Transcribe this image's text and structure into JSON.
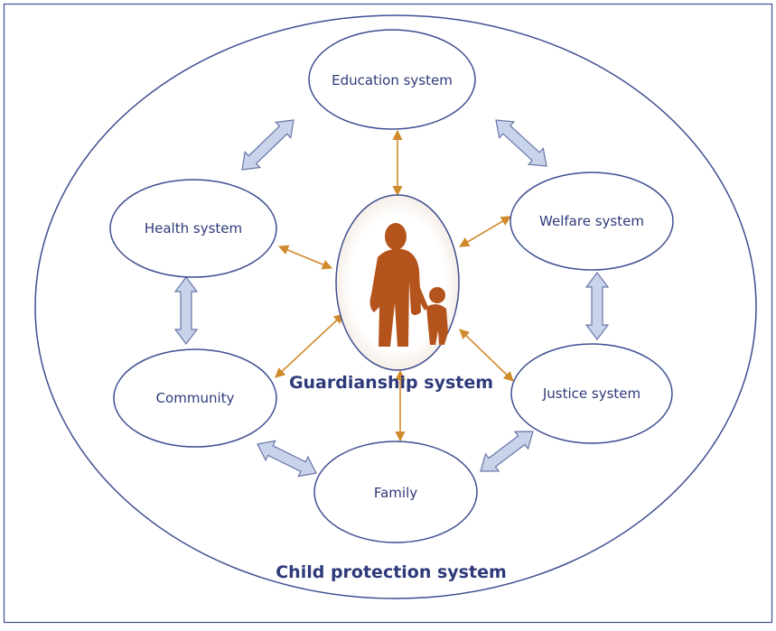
{
  "diagram": {
    "outer_label": "Child protection system",
    "center_label": "Guardianship system",
    "nodes": {
      "education": "Education system",
      "health": "Health system",
      "welfare": "Welfare system",
      "community": "Community",
      "justice": "Justice system",
      "family": "Family"
    },
    "colors": {
      "node_stroke": "#3f4e91",
      "text": "#2e3a7a",
      "orange_arrow": "#d08a2b",
      "block_arrow_fill": "#c9d3ea",
      "block_arrow_stroke": "#6876a8",
      "silhouette": "#b5531c"
    }
  }
}
